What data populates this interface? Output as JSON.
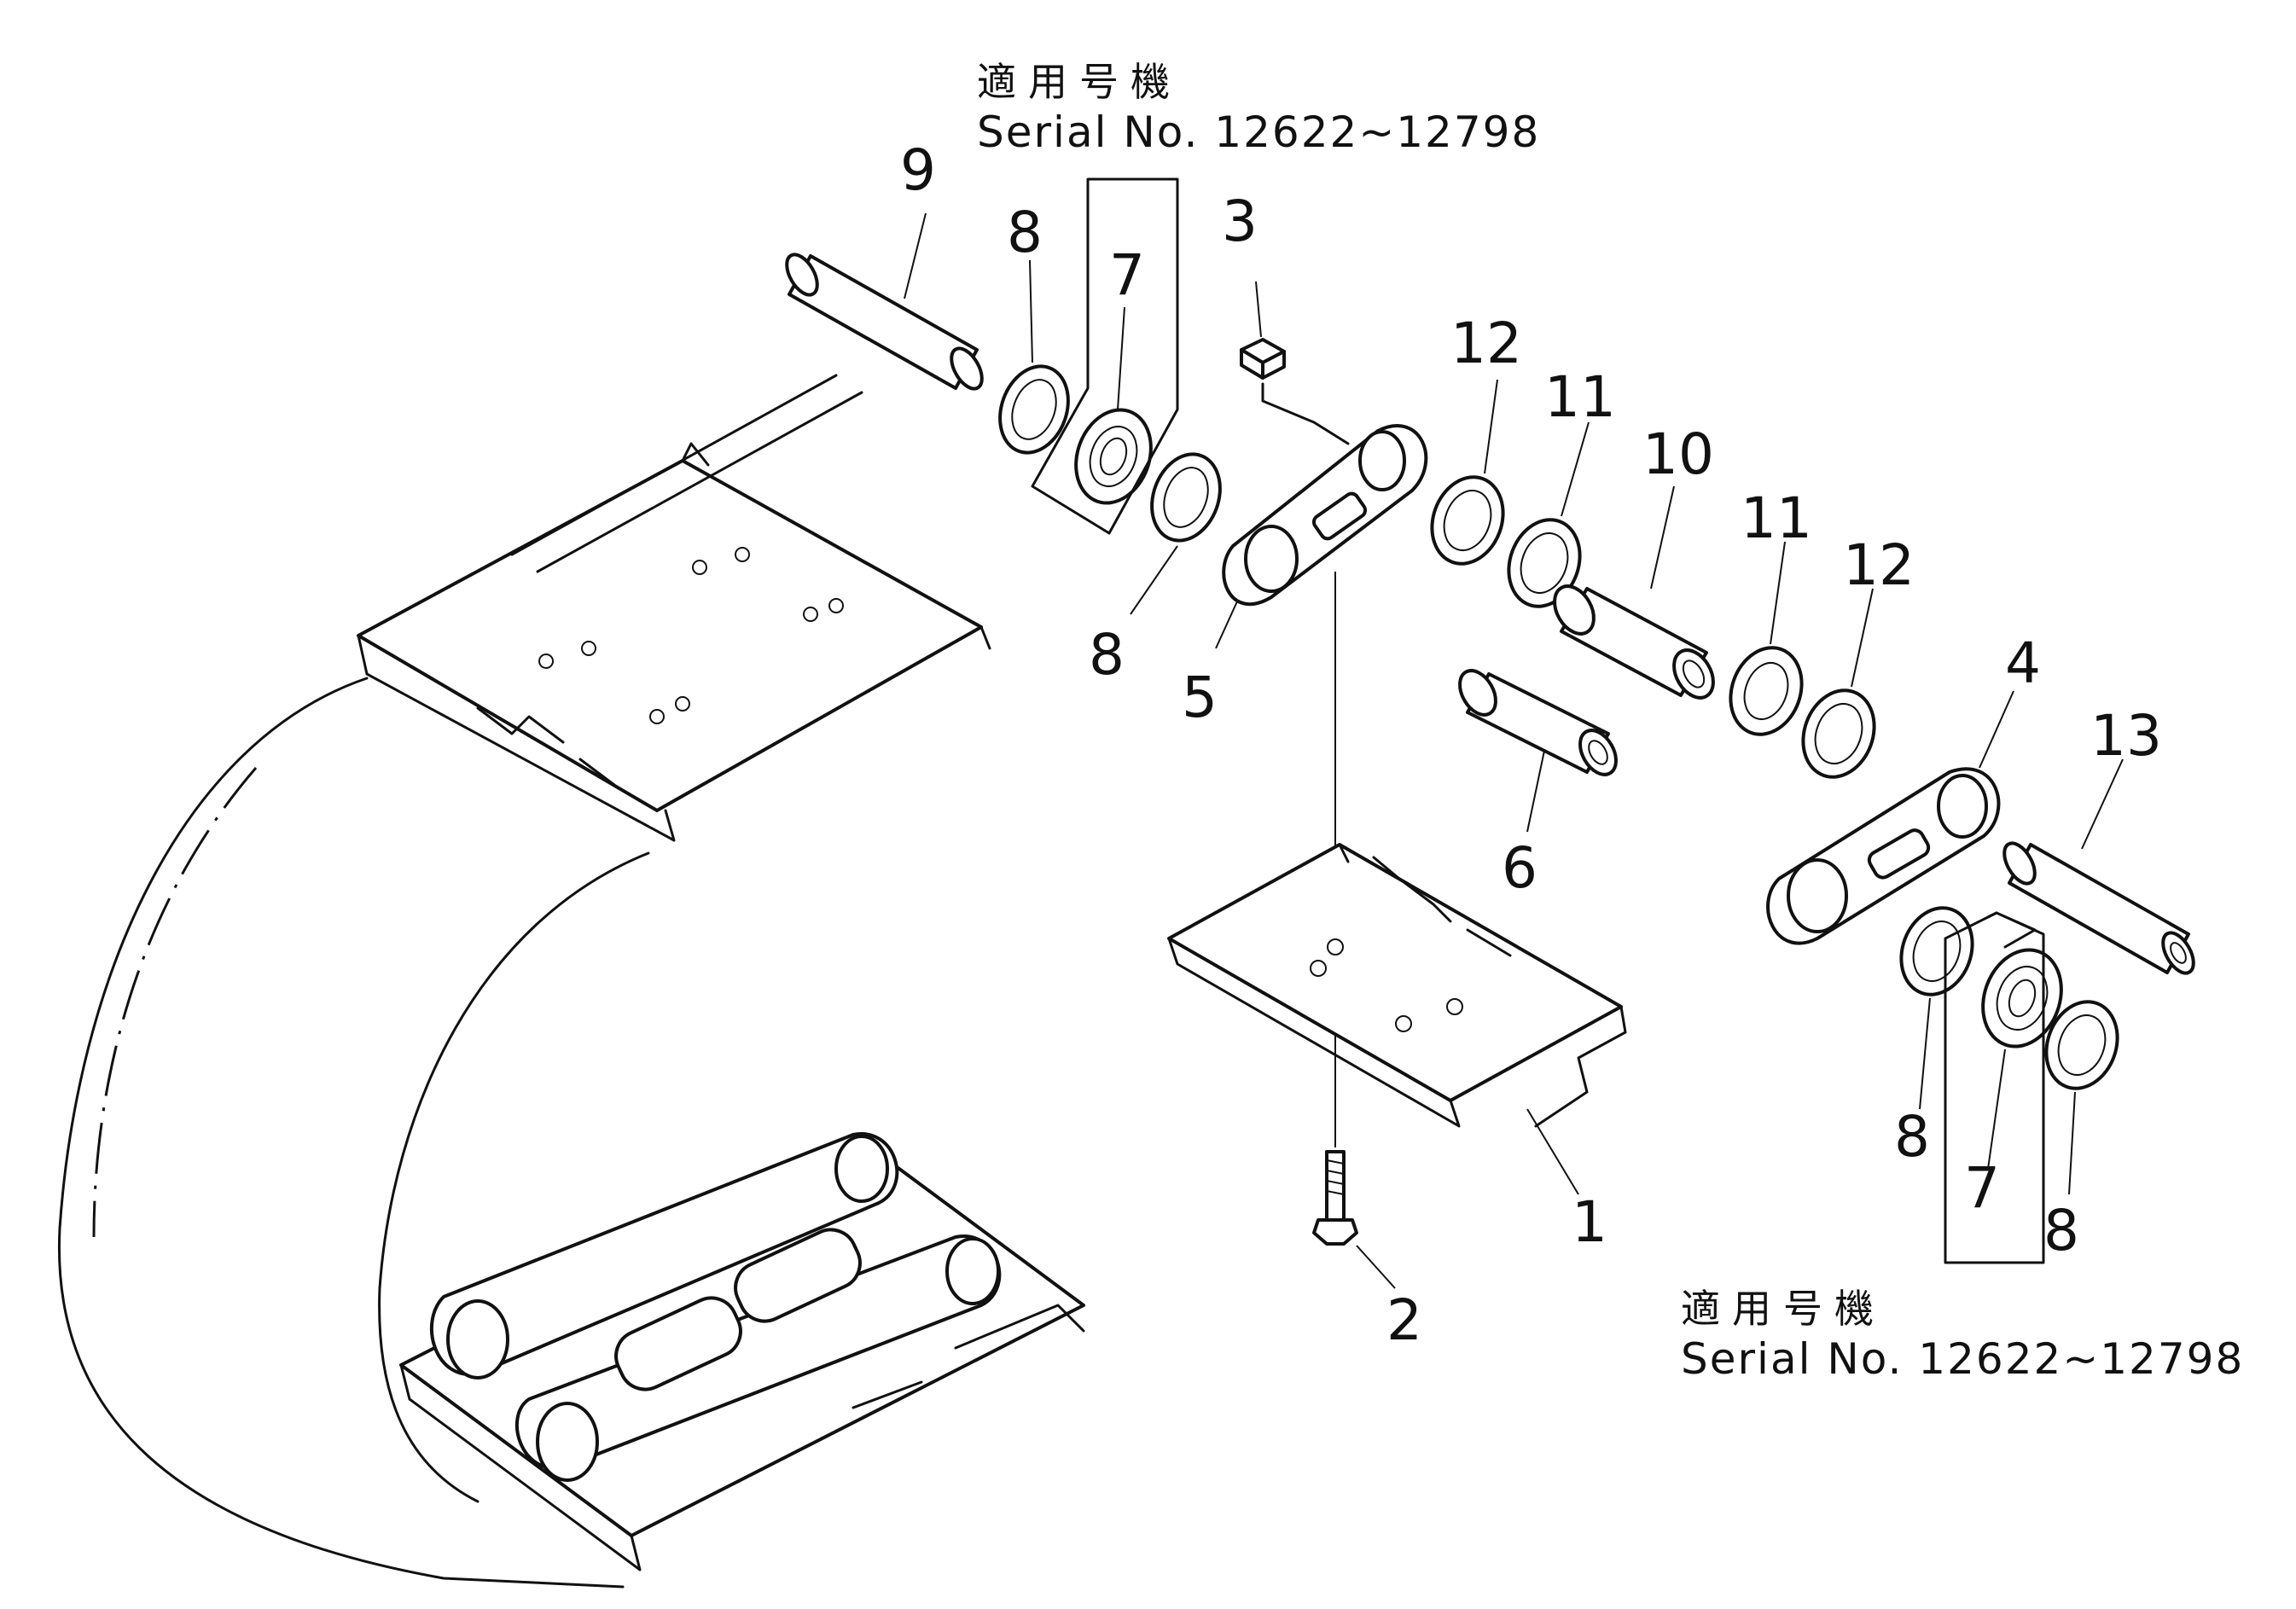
{
  "notes": {
    "top": {
      "jp": "適用号機",
      "serial": "Serial No. 12622~12798"
    },
    "bottom": {
      "jp": "適用号機",
      "serial": "Serial No. 12622~12798"
    }
  },
  "callouts": {
    "c1": "1",
    "c2": "2",
    "c3": "3",
    "c4": "4",
    "c5": "5",
    "c6": "6",
    "c7a": "7",
    "c7b": "7",
    "c8a": "8",
    "c8b": "8",
    "c8c": "8",
    "c8d": "8",
    "c9": "9",
    "c10": "10",
    "c11a": "11",
    "c11b": "11",
    "c12a": "12",
    "c12b": "12",
    "c13": "13"
  }
}
